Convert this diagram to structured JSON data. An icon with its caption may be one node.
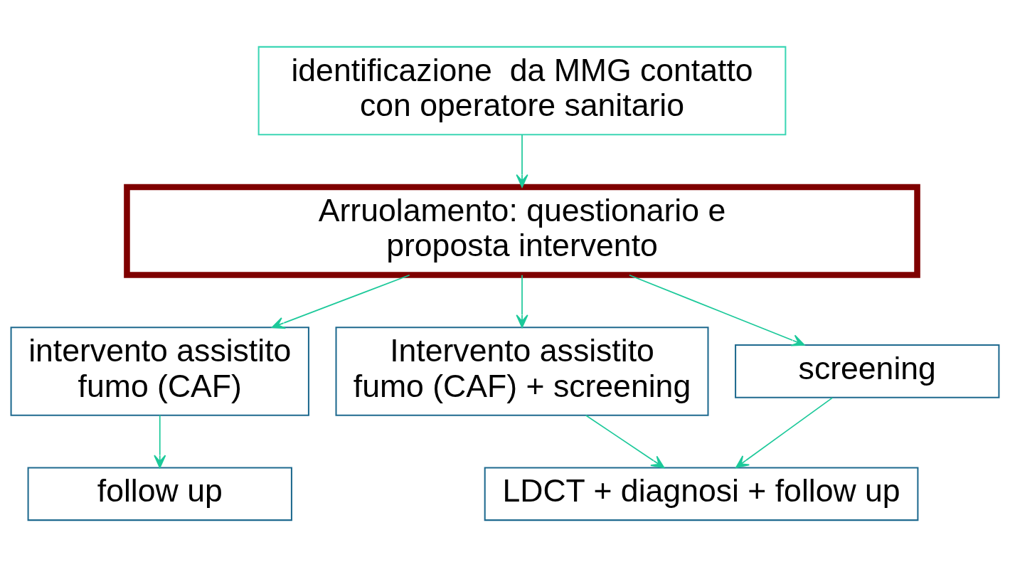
{
  "diagram": {
    "nodes": [
      {
        "text": [
          "identificazione  da MMG contatto con operatore sanitario"
        ]
      },
      {
        "text": [
          "Arruolamento: questionario e proposta intervento"
        ]
      },
      {
        "text": [
          "intervento assistito fumo (CAF)"
        ]
      },
      {
        "text": [
          "Intervento assistito fumo (CAF) + screening"
        ]
      },
      {
        "text": [
          "screening"
        ]
      },
      {
        "text": [
          "follow up"
        ]
      },
      {
        "text": [
          "LDCT + diagnosi + follow up"
        ]
      }
    ],
    "edges": [
      {
        "from": 0,
        "to": 1,
        "arrow": "to"
      },
      {
        "from": 1,
        "to": 2,
        "arrow": "to"
      },
      {
        "from": 1,
        "to": 3,
        "arrow": "to"
      },
      {
        "from": 1,
        "to": 4,
        "arrow": "to"
      },
      {
        "from": 2,
        "to": 5,
        "arrow": "to"
      },
      {
        "from": 3,
        "to": 6,
        "arrow": "to"
      },
      {
        "from": 4,
        "to": 6,
        "arrow": "to"
      }
    ]
  }
}
